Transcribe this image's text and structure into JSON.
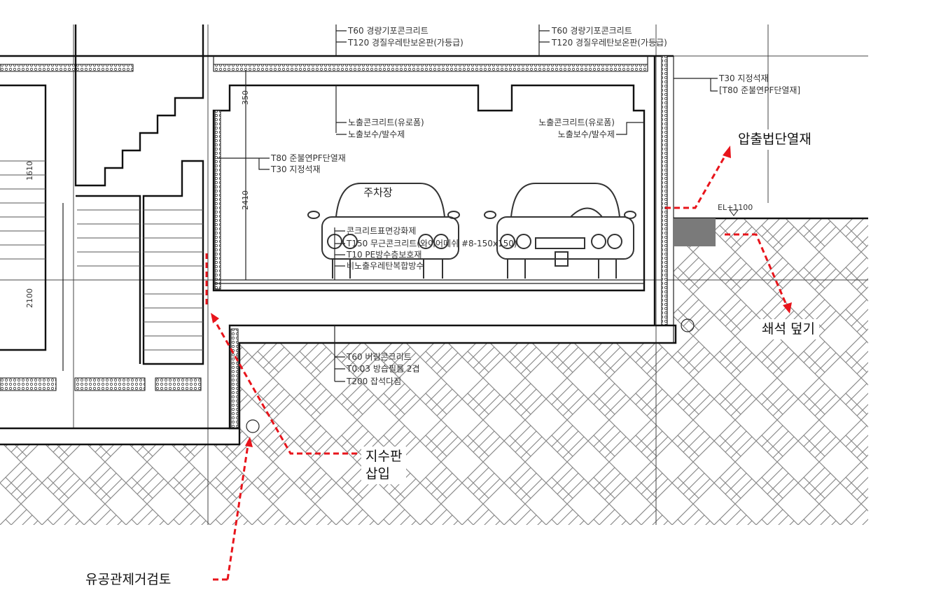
{
  "drawing": {
    "roof_labels_left": [
      "T60 경량기포콘크리트",
      "T120 경질우레탄보온판(가등급)"
    ],
    "roof_labels_right": [
      "T60 경량기포콘크리트",
      "T120 경질우레탄보온판(가등급)"
    ],
    "ceiling_labels_left": [
      "노출콘크리트(유로폼)",
      "노출보수/발수제"
    ],
    "ceiling_labels_right": [
      "노출콘크리트(유로폼)",
      "노출보수/발수제"
    ],
    "wall_labels": [
      "T80 준불연PF단열재",
      "T30 지정석재"
    ],
    "exterior_wall_labels": [
      "T30 지정석재",
      "[T80 준불연PF단열재]"
    ],
    "room_name": "주차장",
    "floor_labels": [
      "콘크리트표면강화제",
      "T150 무근콘크리트(와이어메쉬 #8-150x150)",
      "T10 PE방수층보호재",
      "비노출우레탄복합방수"
    ],
    "subfloor_labels": [
      "T60 버림콘크리트",
      "T0.03 방습필름 2겹",
      "T200 잡석다짐"
    ],
    "dimensions": {
      "beam": "350",
      "room_height": "2410",
      "left_upper": "1610",
      "left_lower": "2100"
    },
    "elevation": "EL+1100"
  },
  "annotations": {
    "extruded_insulation": "압출법단열재",
    "gravel_cover": "쇄석 덮기",
    "waterstop": [
      "지수판",
      "삽입"
    ],
    "perforated_pipe": "유공관제거검토"
  },
  "colors": {
    "annotation": "#e8141b",
    "block": "#7a7a7a"
  }
}
